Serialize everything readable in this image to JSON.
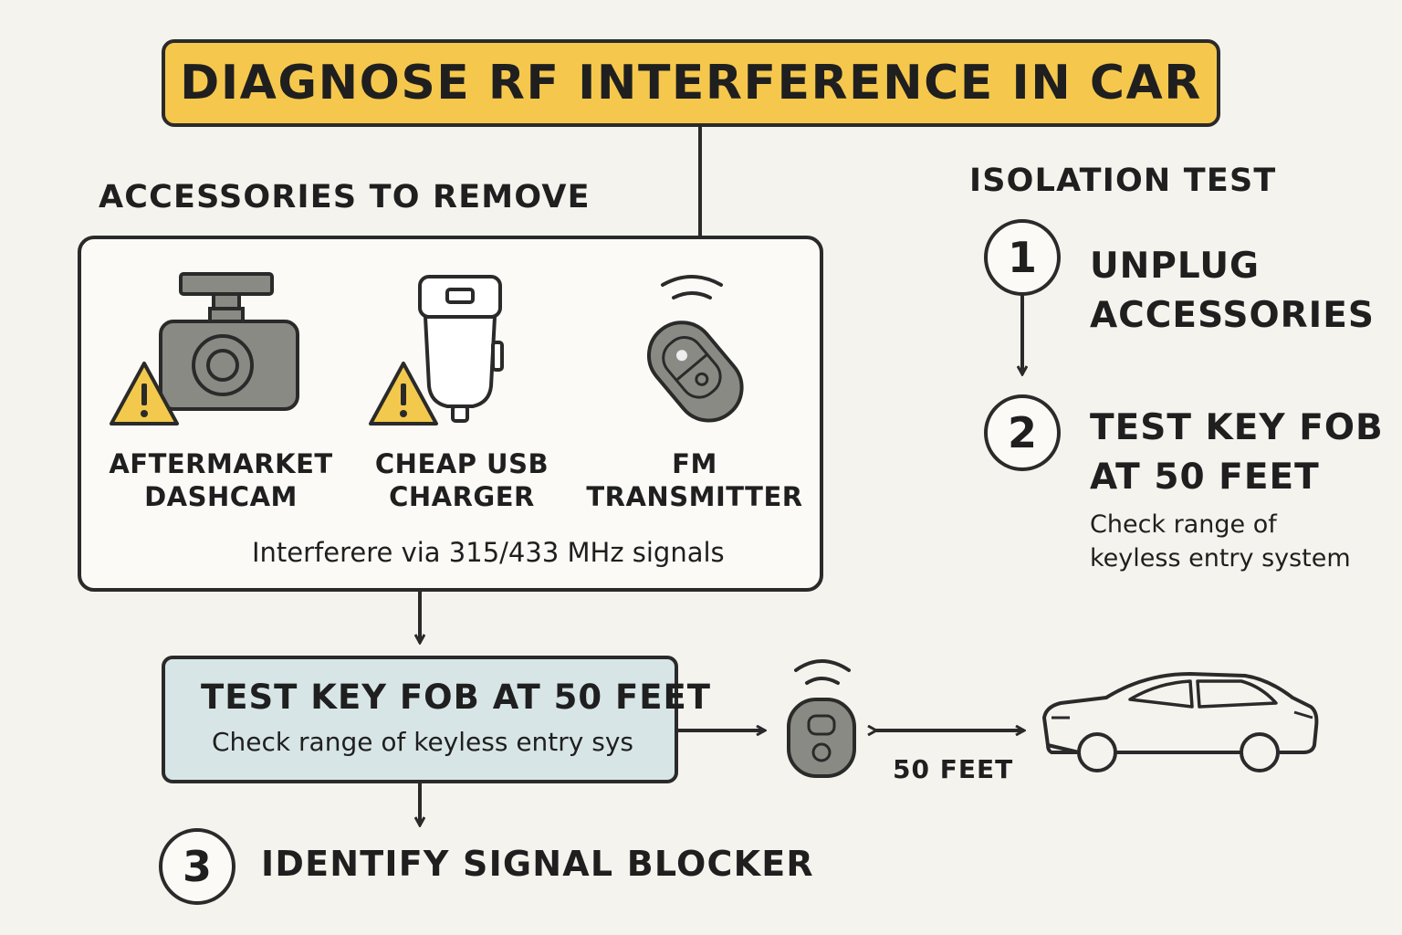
{
  "title": "DIAGNOSE RF INTERFERENCE IN CAR",
  "accessories": {
    "heading": "ACCESSORIES TO REMOVE",
    "items": [
      {
        "line1": "AFTERMARKET",
        "line2": "DASHCAM",
        "icon": "dashcam-icon",
        "warning": true
      },
      {
        "line1": "CHEAP USB",
        "line2": "CHARGER",
        "icon": "usb-charger-icon",
        "warning": true
      },
      {
        "line1": "FM",
        "line2": "TRANSMITTER",
        "icon": "key-fob-icon",
        "warning": false
      }
    ],
    "note": "Interferere via 315/433 MHz signals"
  },
  "isolation": {
    "heading": "ISOLATION TEST",
    "steps": [
      {
        "number": "1",
        "line1": "UNPLUG",
        "line2": "ACCESSORIES"
      },
      {
        "number": "2",
        "line1": "TEST KEY FOB",
        "line2": "AT 50 FEET",
        "sub1": "Check range of",
        "sub2": "keyless entry system"
      }
    ]
  },
  "test_box": {
    "title": "TEST KEY FOB AT 50 FEET",
    "subtitle": "Check range of keyless entry sys"
  },
  "distance_label": "50 FEET",
  "step3": {
    "number": "3",
    "label": "IDENTIFY SIGNAL BLOCKER"
  },
  "colors": {
    "background": "#f5f3ee",
    "title_fill": "#f5c84d",
    "test_box_fill": "#d8e5e6",
    "warning_fill": "#f2c94c",
    "icon_gray": "#8a8a85",
    "outline": "#2a2a2a"
  }
}
